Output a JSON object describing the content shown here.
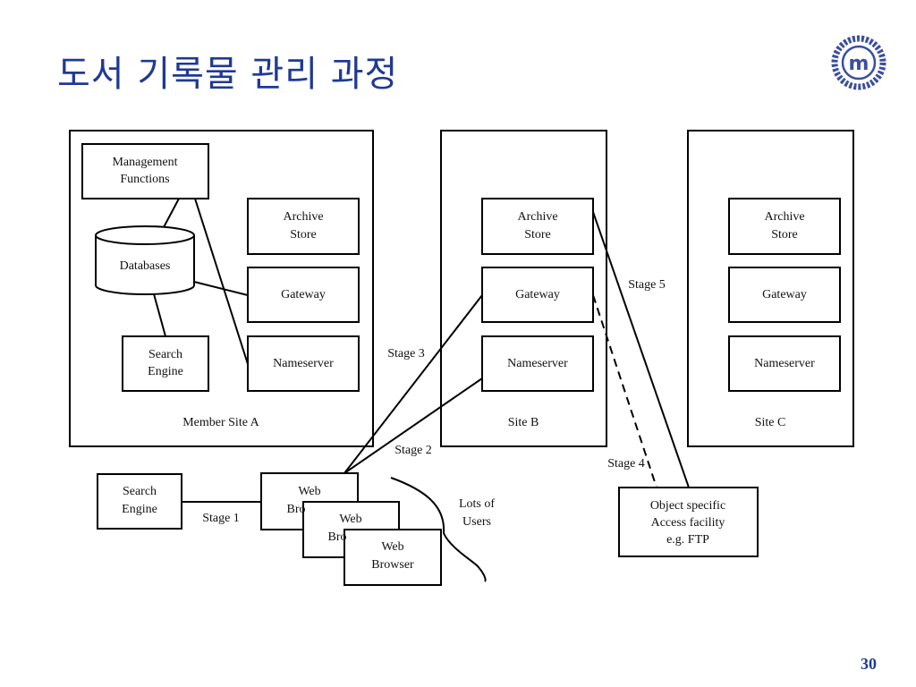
{
  "slide": {
    "title": "도서 기록물 관리 과정",
    "page_number": "30",
    "colors": {
      "title": "#1f3a93",
      "logo_ring": "#3a4f9e"
    },
    "logo_icon": "institution-emblem-icon",
    "logo_text": "m"
  },
  "diagram": {
    "site_a": {
      "label": "Member Site A",
      "management_line1": "Management",
      "management_line2": "Functions",
      "databases": "Databases",
      "search_line1": "Search",
      "search_line2": "Engine",
      "archive_line1": "Archive",
      "archive_line2": "Store",
      "gateway": "Gateway",
      "nameserver": "Nameserver"
    },
    "site_b": {
      "label": "Site B",
      "archive_line1": "Archive",
      "archive_line2": "Store",
      "gateway": "Gateway",
      "nameserver": "Nameserver"
    },
    "site_c": {
      "label": "Site C",
      "archive_line1": "Archive",
      "archive_line2": "Store",
      "gateway": "Gateway",
      "nameserver": "Nameserver"
    },
    "client": {
      "search_line1": "Search",
      "search_line2": "Engine",
      "browser1_line1": "Web",
      "browser1_line2": "Bro",
      "browser2_line1": "Web",
      "browser2_line2": "Bro",
      "browser3_line1": "Web",
      "browser3_line2": "Browser",
      "users_line1": "Lots of",
      "users_line2": "Users"
    },
    "access_facility": {
      "line1": "Object specific",
      "line2": "Access facility",
      "line3": "e.g. FTP"
    },
    "stages": {
      "stage1": "Stage 1",
      "stage2": "Stage 2",
      "stage3": "Stage 3",
      "stage4": "Stage 4",
      "stage5": "Stage 5"
    }
  }
}
